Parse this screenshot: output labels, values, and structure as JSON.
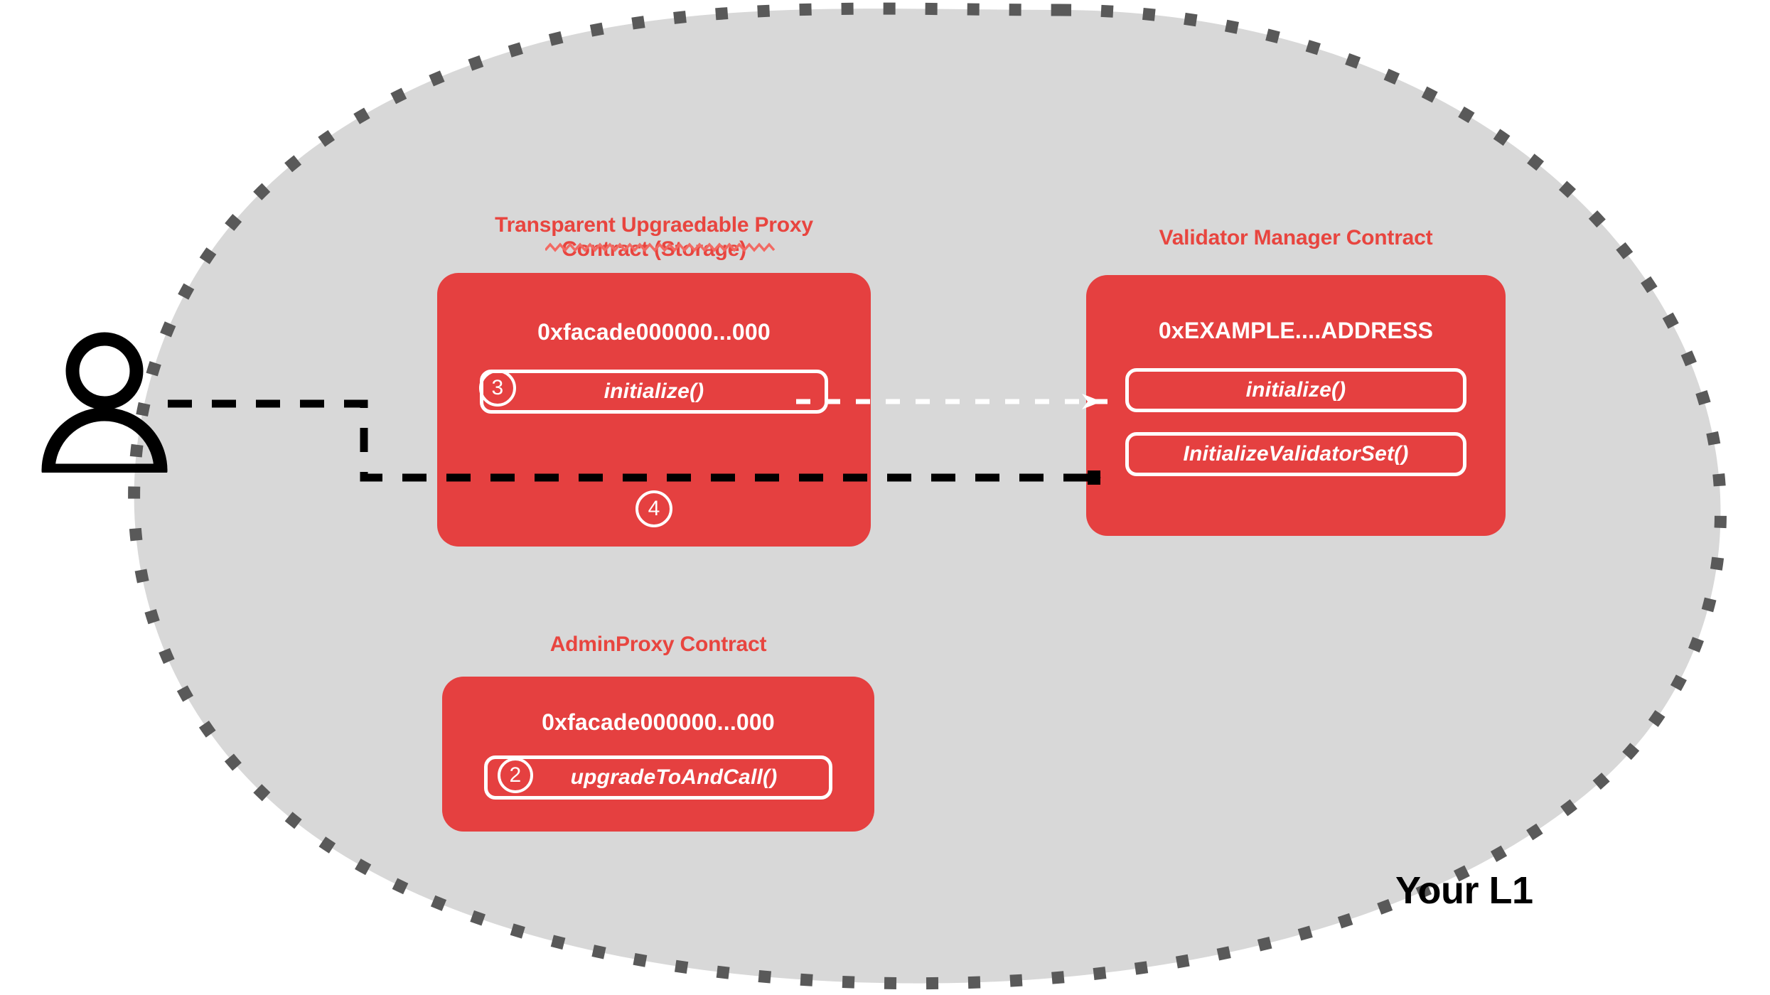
{
  "region": {
    "label": "Your L1",
    "fill_color": "#D8D8D8",
    "border_color": "#595959"
  },
  "theme": {
    "contract_red": "#E54040",
    "title_red": "#E8453F",
    "white": "#FFFFFF",
    "wire_black": "#000000",
    "page_background": "#FFFFFF"
  },
  "actor": {
    "name": "user-actor",
    "icon": "person-icon"
  },
  "contracts": [
    {
      "key": "proxy",
      "title": "Transparent Upgraedable Proxy\nContract (Storage)",
      "title_misspelled_word": "Upgraedable",
      "address": "0xfacade000000...000",
      "methods": [
        {
          "label": "initialize()",
          "step": "3"
        }
      ],
      "extra_step": "4"
    },
    {
      "key": "validator-manager",
      "title": "Validator Manager Contract",
      "address": "0xEXAMPLE....ADDRESS",
      "methods": [
        {
          "label": "initialize()",
          "step": ""
        },
        {
          "label": "InitializeValidatorSet()",
          "step": ""
        }
      ]
    },
    {
      "key": "admin-proxy",
      "title": "AdminProxy  Contract",
      "address": "0xfacade000000...000",
      "methods": [
        {
          "label": "upgradeToAndCall()",
          "step": "2"
        }
      ]
    }
  ],
  "connections": [
    {
      "name": "actor-to-validator-set",
      "style": "dashed-black",
      "from": "user-actor",
      "to": "InitializeValidatorSet()"
    },
    {
      "name": "proxy-initialize-to-manager-initialize",
      "style": "dashed-white",
      "from": "initialize()",
      "to": "initialize()"
    }
  ]
}
